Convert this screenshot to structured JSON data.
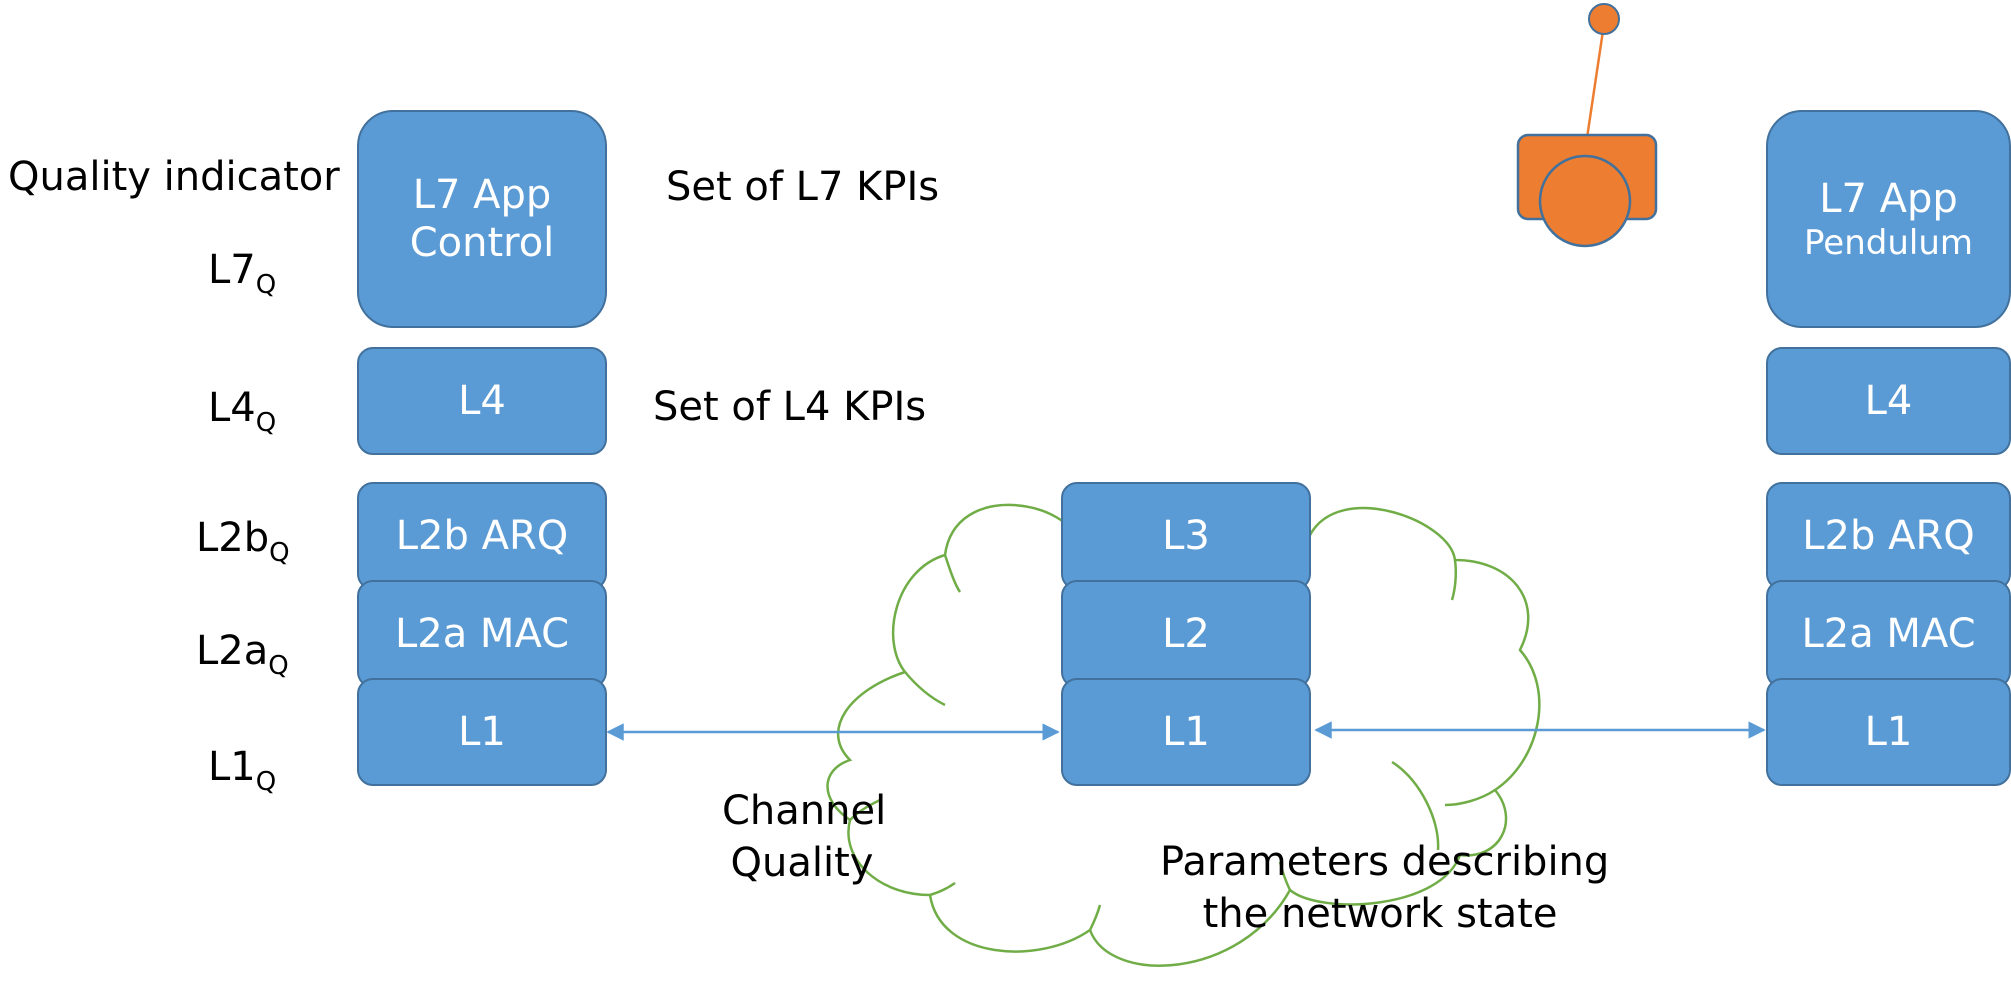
{
  "left_labels": {
    "header": "Quality indicator",
    "l7": {
      "main": "L7",
      "sub": "Q"
    },
    "l4": {
      "main": "L4",
      "sub": "Q"
    },
    "l2b": {
      "main": "L2b",
      "sub": "Q"
    },
    "l2a": {
      "main": "L2a",
      "sub": "Q"
    },
    "l1": {
      "main": "L1",
      "sub": "Q"
    }
  },
  "control_stack": {
    "l7_line1": "L7 App",
    "l7_line2": "Control",
    "l4": "L4",
    "l2b": "L2b ARQ",
    "l2a": "L2a MAC",
    "l1": "L1"
  },
  "kpi_labels": {
    "l7": "Set of L7 KPIs",
    "l4": "Set of L4 KPIs"
  },
  "network_stack": {
    "l3": "L3",
    "l2": "L2",
    "l1": "L1"
  },
  "pendulum_stack": {
    "l7_line1": "L7 App",
    "l7_line2": "Pendulum",
    "l4": "L4",
    "l2b": "L2b ARQ",
    "l2a": "L2a MAC",
    "l1": "L1"
  },
  "cloud_labels": {
    "channel_line1": "Channel",
    "channel_line2": "Quality",
    "params_line1": "Parameters describing",
    "params_line2": "the network state"
  },
  "colors": {
    "box_fill": "#5b9bd5",
    "box_border": "#41719c",
    "cloud_stroke": "#70ad47",
    "pendulum_fill": "#ed7d31",
    "arrow": "#5b9bd5"
  },
  "icons": {
    "cloud": "network-cloud-icon",
    "pendulum": "inverted-pendulum-icon"
  }
}
